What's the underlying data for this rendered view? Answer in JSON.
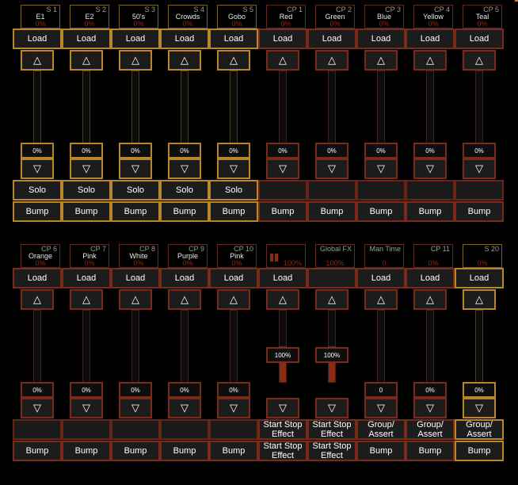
{
  "app": {
    "top_right_accent": "#b8862a"
  },
  "arrows": {
    "up": "△",
    "down": "▽"
  },
  "rows": [
    {
      "channels": [
        {
          "code": "S 1",
          "label": "E1",
          "pct": "0%",
          "level": "0%",
          "load": "Load",
          "solo": "Solo",
          "bump": "Bump",
          "style": "amber"
        },
        {
          "code": "S 2",
          "label": "E2",
          "pct": "0%",
          "level": "0%",
          "load": "Load",
          "solo": "Solo",
          "bump": "Bump",
          "style": "amber"
        },
        {
          "code": "S 3",
          "label": "50's",
          "pct": "0%",
          "level": "0%",
          "load": "Load",
          "solo": "Solo",
          "bump": "Bump",
          "style": "amber"
        },
        {
          "code": "S 4",
          "label": "Crowds",
          "pct": "0%",
          "level": "0%",
          "load": "Load",
          "solo": "Solo",
          "bump": "Bump",
          "style": "amber"
        },
        {
          "code": "S 5",
          "label": "Gobo",
          "pct": "0%",
          "level": "0%",
          "load": "Load",
          "solo": "Solo",
          "bump": "Bump",
          "style": "amber"
        },
        {
          "code": "CP 1",
          "label": "Red",
          "pct": "0%",
          "level": "0%",
          "load": "Load",
          "solo": "",
          "bump": "Bump",
          "style": "red"
        },
        {
          "code": "CP 2",
          "label": "Green",
          "pct": "0%",
          "level": "0%",
          "load": "Load",
          "solo": "",
          "bump": "Bump",
          "style": "red"
        },
        {
          "code": "CP 3",
          "label": "Blue",
          "pct": "0%",
          "level": "0%",
          "load": "Load",
          "solo": "",
          "bump": "Bump",
          "style": "red"
        },
        {
          "code": "CP 4",
          "label": "Yellow",
          "pct": "0%",
          "level": "0%",
          "load": "Load",
          "solo": "",
          "bump": "Bump",
          "style": "red"
        },
        {
          "code": "CP 5",
          "label": "Teal",
          "pct": "0%",
          "level": "0%",
          "load": "Load",
          "solo": "",
          "bump": "Bump",
          "style": "red"
        }
      ]
    },
    {
      "channels": [
        {
          "code": "CP 6",
          "label": "Orange",
          "pct": "0%",
          "level": "0%",
          "load": "Load",
          "solo": "",
          "bump": "Bump",
          "style": "red"
        },
        {
          "code": "CP 7",
          "label": "Pink",
          "pct": "0%",
          "level": "0%",
          "load": "Load",
          "solo": "",
          "bump": "Bump",
          "style": "red"
        },
        {
          "code": "CP 8",
          "label": "White",
          "pct": "0%",
          "level": "0%",
          "load": "Load",
          "solo": "",
          "bump": "Bump",
          "style": "red"
        },
        {
          "code": "CP 9",
          "label": "Purple",
          "pct": "0%",
          "level": "0%",
          "load": "Load",
          "solo": "",
          "bump": "Bump",
          "style": "red"
        },
        {
          "code": "CP 10",
          "label": "Pink",
          "pct": "0%",
          "level": "0%",
          "load": "Load",
          "solo": "",
          "bump": "Bump",
          "style": "red"
        },
        {
          "code": "",
          "label": "",
          "pct": "100%",
          "level": "100%",
          "fill": 1.0,
          "load": "Load",
          "solo": "Start Stop Effect",
          "bump": "Start Stop Effect",
          "style": "red",
          "gfx_left": true
        },
        {
          "code": "Global FX",
          "label": "",
          "pct": "100%",
          "level": "100%",
          "fill": 1.0,
          "load": "",
          "solo": "Start Stop Effect",
          "bump": "Start Stop Effect",
          "style": "red"
        },
        {
          "code": "Man Time",
          "label": "",
          "pct": "0",
          "level": "0",
          "load": "Load",
          "solo": "Group/ Assert",
          "bump": "Bump",
          "style": "red"
        },
        {
          "code": "CP 11",
          "label": "",
          "pct": "0%",
          "level": "0%",
          "load": "Load",
          "solo": "Group/ Assert",
          "bump": "Bump",
          "style": "red"
        },
        {
          "code": "S 20",
          "label": "",
          "pct": "0%",
          "level": "0%",
          "load": "Load",
          "solo": "Group/ Assert",
          "bump": "Bump",
          "style": "amber"
        }
      ]
    }
  ]
}
